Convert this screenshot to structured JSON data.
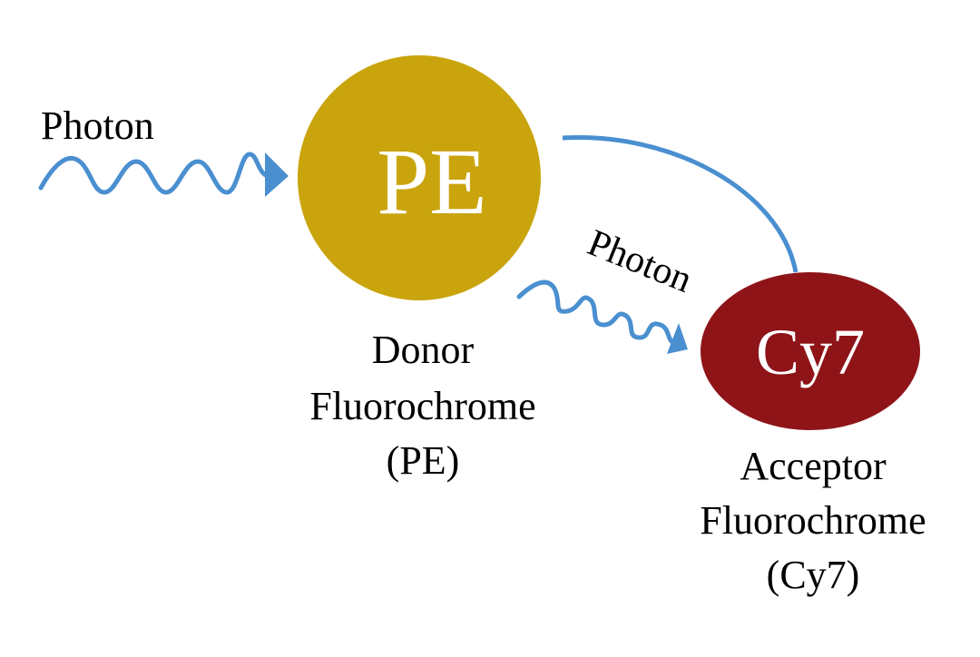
{
  "diagram": {
    "title": "FRET tandem dye energy transfer",
    "colors": {
      "donor": "#C9A40D",
      "acceptor": "#8E1418",
      "wave": "#4A8FD0",
      "text": "#000000",
      "label_on_node": "#FFFFFF"
    },
    "incoming_photon_label": "Photon",
    "emitted_photon_label": "Photon",
    "donor": {
      "short": "PE",
      "label_lines": [
        "Donor",
        "Fluorochrome",
        "(PE)"
      ]
    },
    "acceptor": {
      "short": "Cy7",
      "label_lines": [
        "Acceptor",
        "Fluorochrome",
        "(Cy7)"
      ]
    },
    "edges": [
      {
        "from": "incoming-photon",
        "to": "donor",
        "type": "wavy-arrow"
      },
      {
        "from": "donor",
        "to": "acceptor",
        "type": "curved-link"
      },
      {
        "from": "donor",
        "to": "acceptor",
        "type": "wavy-arrow",
        "label": "Photon"
      }
    ]
  }
}
